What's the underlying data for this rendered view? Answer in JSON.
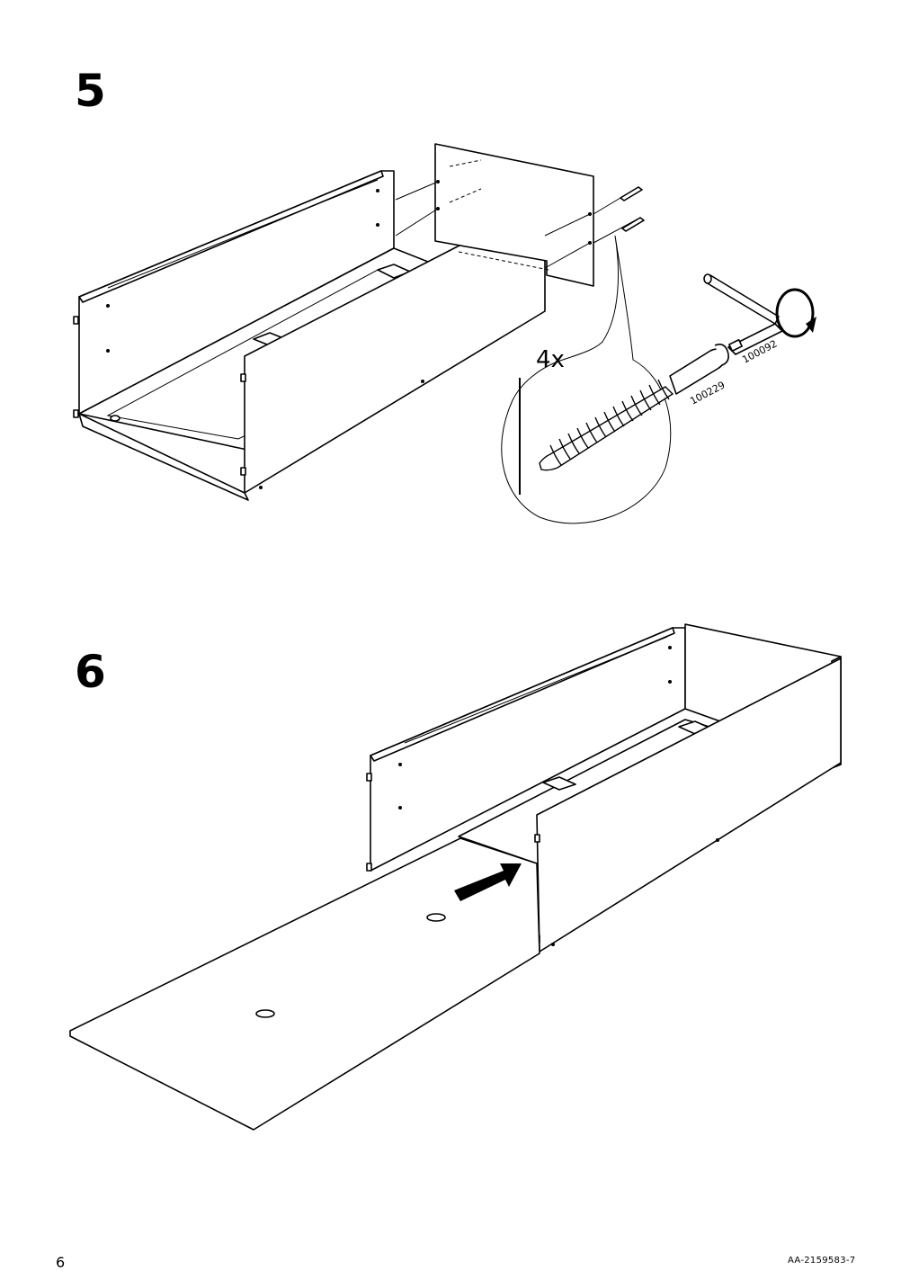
{
  "steps": [
    {
      "number": "5",
      "callout_quantity": "4x",
      "parts": [
        "100229",
        "100092"
      ]
    },
    {
      "number": "6"
    }
  ],
  "footer": {
    "page_number": "6",
    "document_code": "AA-2159583-7"
  },
  "icons": [
    "rotate-clockwise-icon",
    "push-arrow-icon",
    "allen-key-icon",
    "screw-icon"
  ]
}
